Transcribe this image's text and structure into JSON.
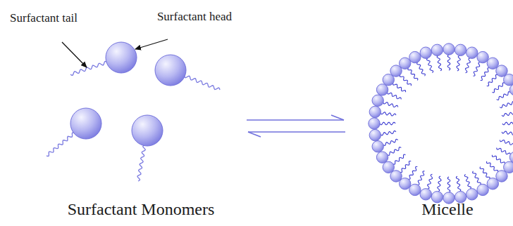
{
  "diagram": {
    "labels": [
      "Surfactant tail",
      "Surfactant head",
      "Surfactant Monomers",
      "Micelle"
    ]
  }
}
